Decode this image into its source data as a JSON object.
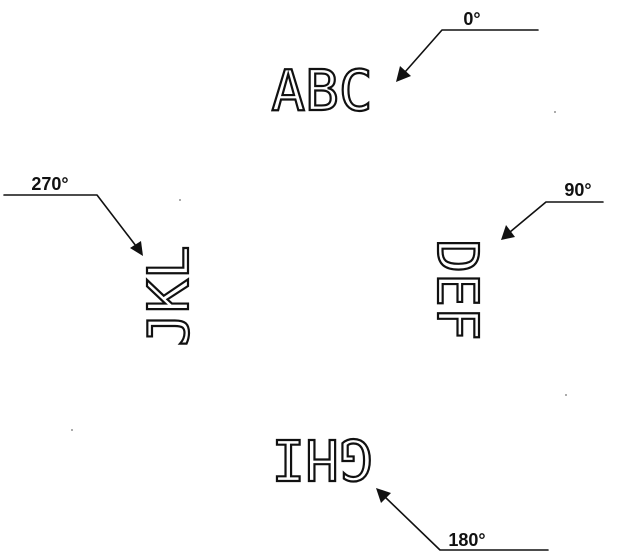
{
  "diagram": {
    "colors": {
      "ink": "#111111",
      "background": "#ffffff"
    },
    "groups": [
      {
        "id": "abc",
        "text": "ABC",
        "rotation_deg": 0,
        "angle_label": "0°"
      },
      {
        "id": "def",
        "text": "DEF",
        "rotation_deg": 90,
        "angle_label": "90°"
      },
      {
        "id": "ghi",
        "text": "GHI",
        "rotation_deg": 180,
        "angle_label": "180°"
      },
      {
        "id": "jkl",
        "text": "JKL",
        "rotation_deg": 270,
        "angle_label": "270°"
      }
    ]
  }
}
